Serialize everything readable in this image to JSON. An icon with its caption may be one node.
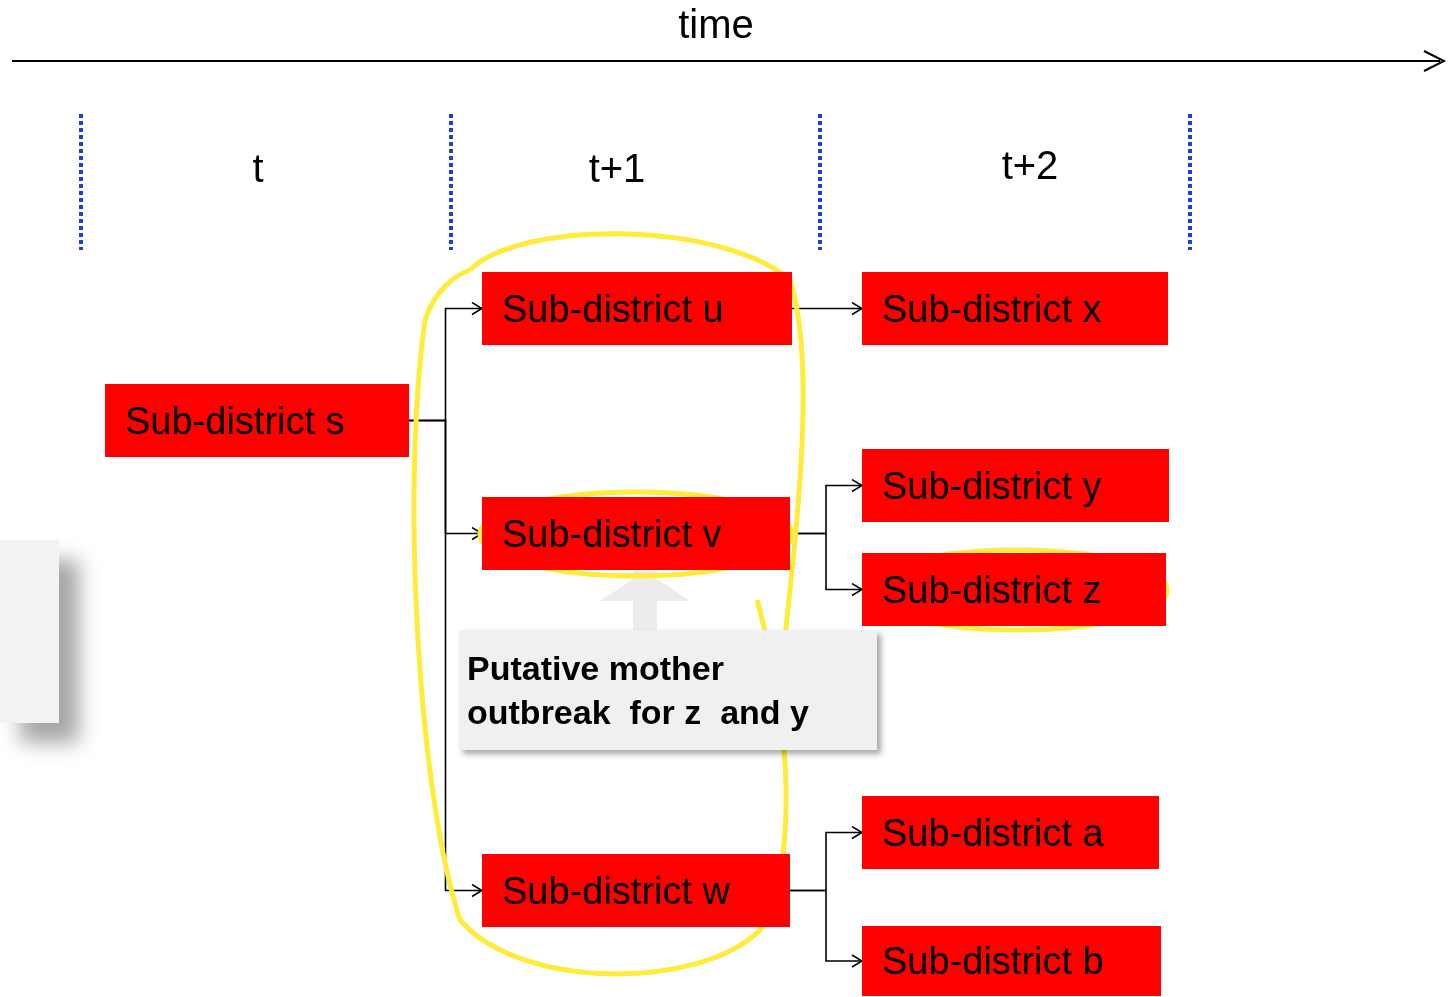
{
  "diagram": {
    "nodes": [
      {
        "text": [
          "Sub-district s"
        ]
      },
      {
        "text": [
          "Sub-district u"
        ]
      },
      {
        "text": [
          "Sub-district v"
        ]
      },
      {
        "text": [
          "Sub-district w"
        ]
      },
      {
        "text": [
          "Sub-district x"
        ]
      },
      {
        "text": [
          "Sub-district y"
        ]
      },
      {
        "text": [
          "Sub-district z"
        ]
      },
      {
        "text": [
          "Sub-district a"
        ]
      },
      {
        "text": [
          "Sub-district b"
        ]
      },
      {
        "text": [
          "Putative mother outbreak  for z  and y"
        ]
      }
    ],
    "edges": [
      {
        "from": 0,
        "to": 1,
        "arrow": "to"
      },
      {
        "from": 0,
        "to": 2,
        "arrow": "to"
      },
      {
        "from": 0,
        "to": 3,
        "arrow": "to"
      },
      {
        "from": 1,
        "to": 4,
        "arrow": "to"
      },
      {
        "from": 2,
        "to": 5,
        "arrow": "to"
      },
      {
        "from": 2,
        "to": 6,
        "arrow": "to"
      },
      {
        "from": 3,
        "to": 7,
        "arrow": "to"
      },
      {
        "from": 3,
        "to": 8,
        "arrow": "to"
      },
      {
        "from": 9,
        "to": 2,
        "arrow": "to",
        "style": "thick",
        "color": "#ececec"
      }
    ],
    "labels": [
      "time",
      "t",
      "t+1",
      "t+2"
    ]
  }
}
